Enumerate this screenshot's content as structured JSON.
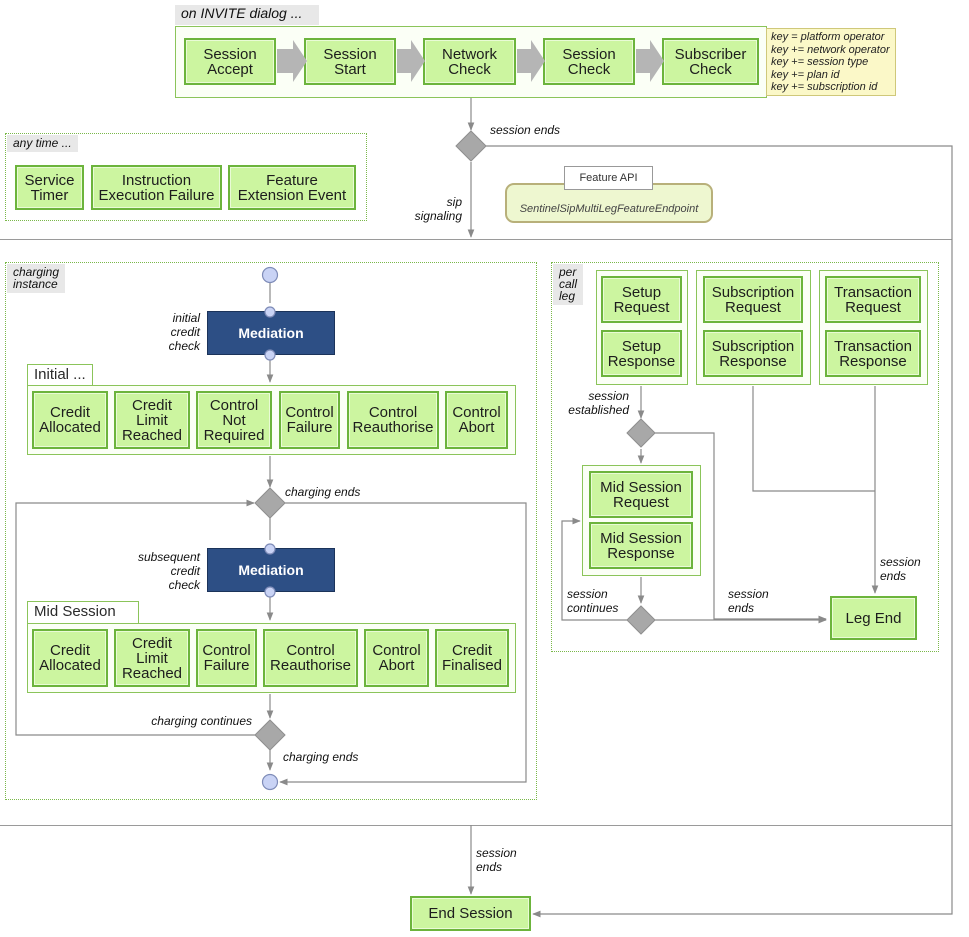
{
  "invite": {
    "title": "on INVITE dialog ...",
    "steps": [
      "Session\nAccept",
      "Session\nStart",
      "Network\nCheck",
      "Session\nCheck",
      "Subscriber\nCheck"
    ],
    "key": "key = platform operator\nkey += network operator\nkey += session type\nkey += plan id\nkey += subscription id"
  },
  "anytime": {
    "title": "any time ...",
    "items": [
      "Service\nTimer",
      "Instruction\nExecution Failure",
      "Feature\nExtension Event"
    ]
  },
  "feature_api": {
    "title": "Feature API",
    "endpoint": "SentinelSipMultiLegFeatureEndpoint"
  },
  "labels": {
    "session_ends_top": "session ends",
    "sip_signaling": "sip\nsignaling",
    "initial_credit_check": "initial\ncredit\ncheck",
    "charging_ends_1": "charging ends",
    "subsequent_credit_check": "subsequent\ncredit\ncheck",
    "charging_continues": "charging continues",
    "charging_ends_2": "charging ends",
    "session_established": "session\nestablished",
    "session_continues": "session\ncontinues",
    "session_ends_mid": "session\nends",
    "session_ends_right": "session\nends",
    "session_ends_bottom": "session\nends"
  },
  "charging": {
    "title": "charging\ninstance",
    "mediation_label": "Mediation",
    "initial_title": "Initial ...",
    "initial_items": [
      "Credit\nAllocated",
      "Credit\nLimit\nReached",
      "Control\nNot\nRequired",
      "Control\nFailure",
      "Control\nReauthorise",
      "Control\nAbort"
    ],
    "mid_title": "Mid Session ...",
    "mid_items": [
      "Credit\nAllocated",
      "Credit\nLimit\nReached",
      "Control\nFailure",
      "Control\nReauthorise",
      "Control\nAbort",
      "Credit\nFinalised"
    ]
  },
  "per_call_leg": {
    "title": "per\ncall\nleg",
    "setup": [
      "Setup\nRequest",
      "Setup\nResponse"
    ],
    "subscription": [
      "Subscription\nRequest",
      "Subscription\nResponse"
    ],
    "transaction": [
      "Transaction\nRequest",
      "Transaction\nResponse"
    ],
    "mid_session": [
      "Mid Session\nRequest",
      "Mid Session\nResponse"
    ],
    "leg_end": "Leg End"
  },
  "end_session": "End Session",
  "colors": {
    "node_fill": "#ccf5a0",
    "node_border": "#6cb43c",
    "mediation": "#2d4f85",
    "diamond": "#a8a8a8",
    "connector": "#c9d3f5",
    "edge": "#8a8a8a"
  }
}
